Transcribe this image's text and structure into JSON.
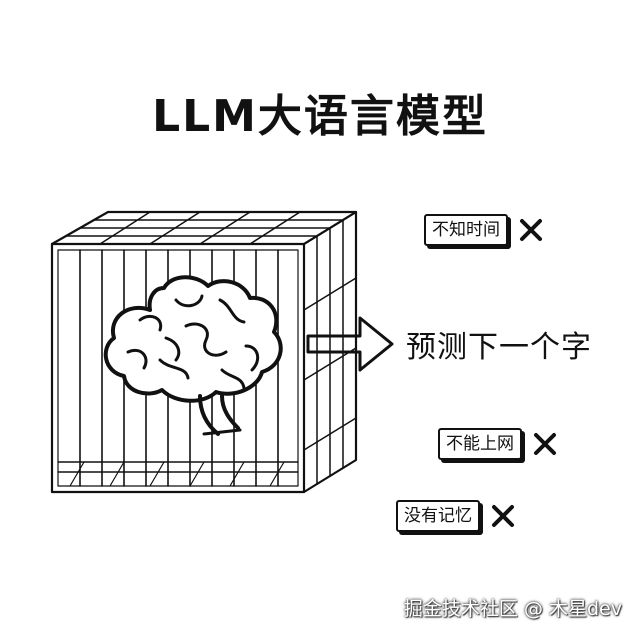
{
  "title": "LLM大语言模型",
  "main_output": "预测下一个字",
  "limitations": [
    {
      "label": "不知时间",
      "status": "x-icon"
    },
    {
      "label": "不能上网",
      "status": "x-icon"
    },
    {
      "label": "没有记忆",
      "status": "x-icon"
    }
  ],
  "watermark": "掘金技术社区 @ 木星dev",
  "colors": {
    "ink": "#111111",
    "background": "#ffffff"
  }
}
